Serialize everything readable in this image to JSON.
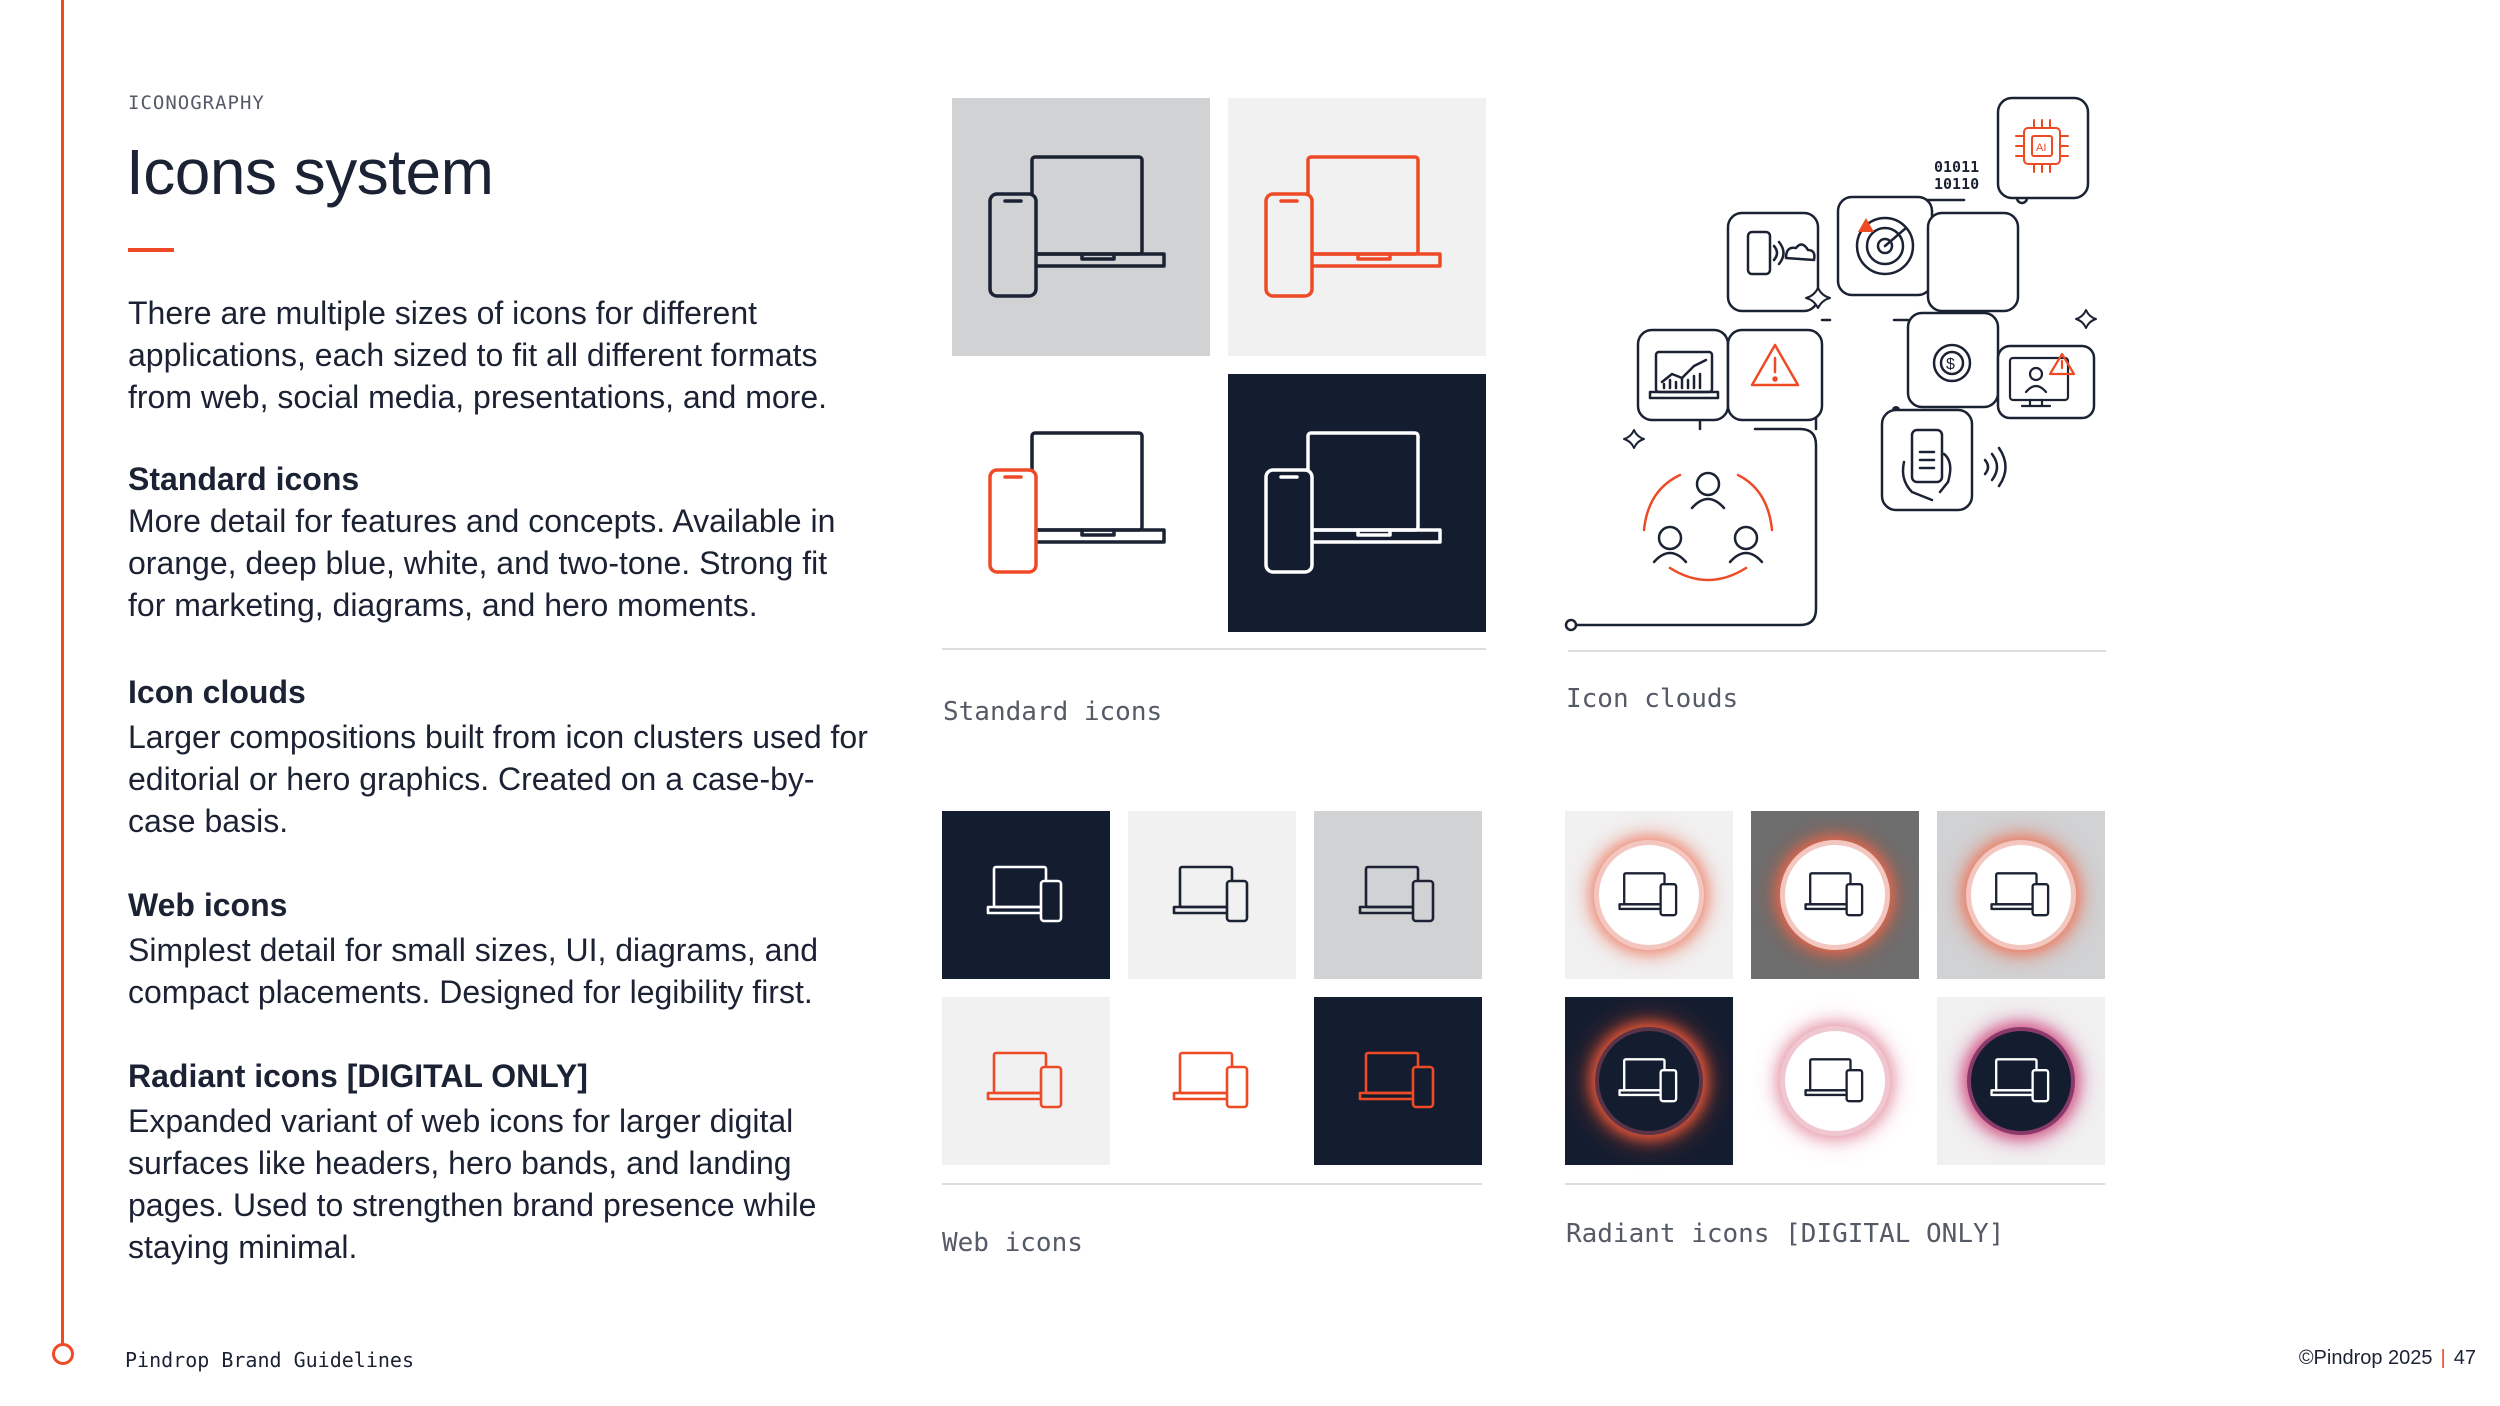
{
  "header": {
    "eyebrow": "ICONOGRAPHY",
    "title": "Icons system"
  },
  "intro": "There are multiple sizes of icons for different applications, each sized to fit all different formats from web, social media, presentations, and more.",
  "sections": [
    {
      "title": "Standard icons",
      "body": "More detail for features and concepts. Available in orange, deep blue, white, and two-tone. Strong fit for marketing, diagrams, and hero moments."
    },
    {
      "title": "Icon clouds",
      "body": "Larger compositions built from icon clusters used for editorial or hero graphics. Created on a case-by-case basis."
    },
    {
      "title": "Web icons",
      "body": "Simplest detail for small sizes, UI, diagrams, and compact placements. Designed for legibility first."
    },
    {
      "title": "Radiant icons [DIGITAL ONLY]",
      "body": "Expanded variant of web icons for larger digital surfaces like headers, hero bands, and landing pages. Used to strengthen brand presence while staying minimal."
    }
  ],
  "captions": {
    "standard": "Standard icons",
    "clouds": "Icon clouds",
    "web": "Web icons",
    "radiant": "Radiant icons [DIGITAL ONLY]"
  },
  "cloud_labels": {
    "binary": "01011\n10110",
    "ai": "AI"
  },
  "footer": {
    "left": "Pindrop Brand Guidelines",
    "copyright": "©Pindrop 2025",
    "separator": "|",
    "page": "47"
  },
  "icons": {
    "device": "laptop-and-phone-icon"
  },
  "colors": {
    "orange": "#ee4a26",
    "navy": "#141d30",
    "light_gray": "#f1f1f2",
    "mid_gray": "#d1d2d4",
    "dark_gray": "#6e6e6e"
  }
}
